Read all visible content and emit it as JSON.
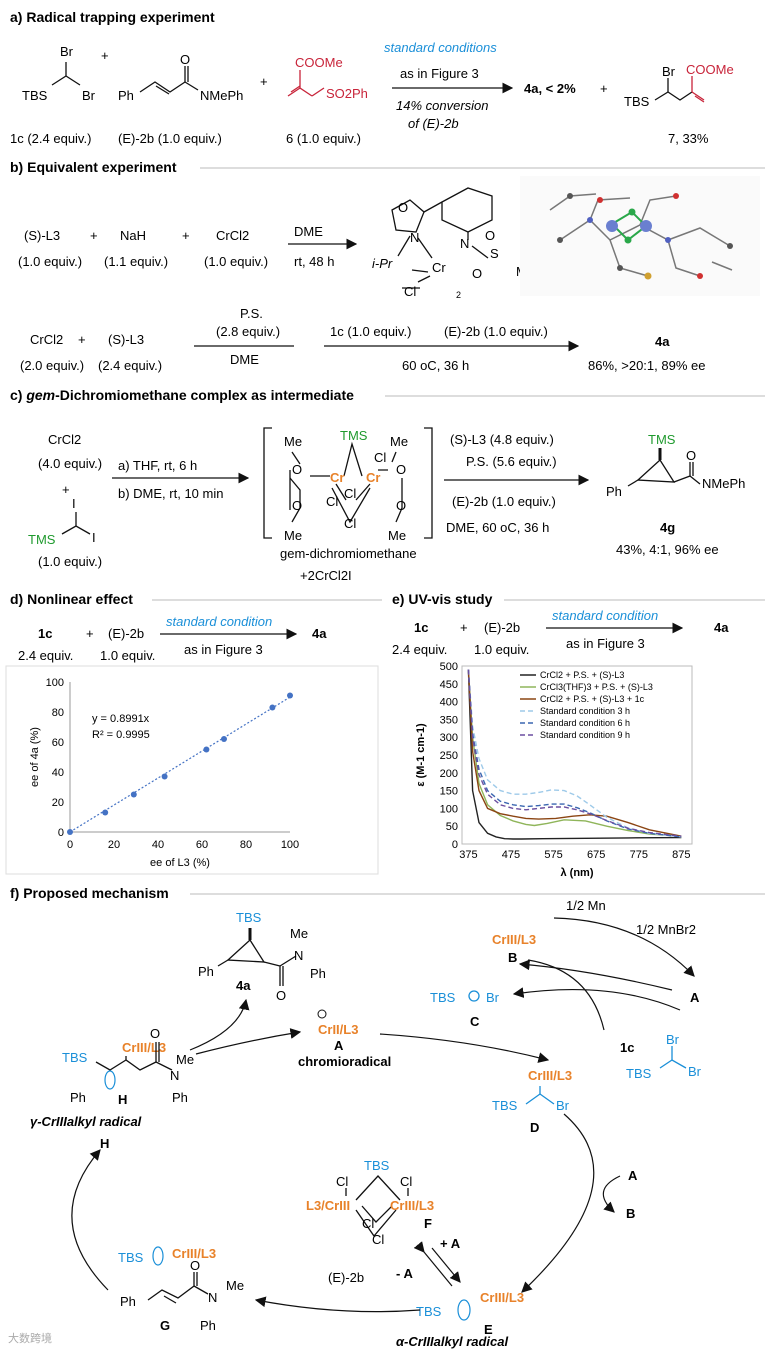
{
  "sections": {
    "a": "a) Radical trapping experiment",
    "b": "b) Equivalent experiment",
    "c_prefix": "c) ",
    "c_em": "gem",
    "c_rest": "-Dichromiomethane complex as intermediate",
    "d": "d) Nonlinear effect",
    "e": "e) UV-vis study",
    "f": "f) Proposed mechanism"
  },
  "a": {
    "r1_label": "1c (2.4 equiv.)",
    "r2_label": "(E)-2b (1.0 equiv.)",
    "r3_label": "6 (1.0 equiv.)",
    "cond_top": "standard conditions",
    "cond_mid": "as in Figure 3",
    "cond_b1": "14% conversion",
    "cond_b2": "of (E)-2b",
    "p1": "4a, < 2%",
    "p2_label": "7, 33%",
    "tbs": "TBS",
    "br": "Br",
    "ph": "Ph",
    "nmeph": "NMePh",
    "o": "O",
    "coome": "COOMe",
    "so2ph": "SO2Ph",
    "plus": "+"
  },
  "b": {
    "row1_r1": "(S)-L3",
    "row1_r1_eq": "(1.0 equiv.)",
    "row1_r2": "NaH",
    "row1_r2_eq": "(1.1 equiv.)",
    "row1_r3": "CrCl2",
    "row1_r3_eq": "(1.0 equiv.)",
    "row1_top": "DME",
    "row1_bot": "rt, 48 h",
    "cplx": {
      "ipr": "i-Pr",
      "n": "N",
      "o": "O",
      "cr": "Cr",
      "cl": "Cl",
      "s": "S",
      "me": "Me",
      "two": "2"
    },
    "row2_r1": "CrCl2",
    "row2_r1_eq": "(2.0 equiv.)",
    "row2_r2": "(S)-L3",
    "row2_r2_eq": "(2.4 equiv.)",
    "row2_ps": "P.S.",
    "row2_ps_eq": "(2.8 equiv.)",
    "row2_dme": "DME",
    "row2_c1": "1c (1.0 equiv.)",
    "row2_c2": "(E)-2b (1.0 equiv.)",
    "row2_cond": "60 oC, 36 h",
    "row2_p": "4a",
    "row2_py": "86%, >20:1, 89% ee"
  },
  "c": {
    "r1": "CrCl2",
    "r1_eq": "(4.0 equiv.)",
    "r2_eq": "(1.0 equiv.)",
    "step_a": "a) THF, rt, 6 h",
    "step_b": "b) DME, rt, 10 min",
    "tms": "TMS",
    "i": "I",
    "me": "Me",
    "o": "O",
    "cr": "Cr",
    "cl": "Cl",
    "cpx_label1": "gem-dichromiomethane",
    "cpx_label2": "+2CrCl2I",
    "cond1": "(S)-L3 (4.8 equiv.)",
    "cond2": "P.S. (5.6 equiv.)",
    "cond3": "(E)-2b (1.0 equiv.)",
    "cond4": "DME, 60 oC, 36 h",
    "p": "4g",
    "py": "43%, 4:1, 96% ee",
    "ph": "Ph",
    "nmeph": "NMePh"
  },
  "d": {
    "r1": "1c",
    "r1_eq": "2.4 equiv.",
    "r2": "(E)-2b",
    "r2_eq": "1.0 equiv.",
    "cond_top": "standard condition",
    "cond_bot": "as in Figure 3",
    "p": "4a"
  },
  "e": {
    "r1": "1c",
    "r1_eq": "2.4 equiv.",
    "r2": "(E)-2b",
    "r2_eq": "1.0 equiv.",
    "cond_top": "standard condition",
    "cond_bot": "as in Figure 3",
    "p": "4a"
  },
  "chart_data": [
    {
      "type": "scatter",
      "xlabel": "ee of L3 (%)",
      "ylabel": "ee of 4a (%)",
      "xlim": [
        0,
        100
      ],
      "ylim": [
        0,
        100
      ],
      "xticks": [
        0,
        20,
        40,
        60,
        80,
        100
      ],
      "yticks": [
        0,
        20,
        40,
        60,
        80,
        100
      ],
      "equation": "y = 0.8991x",
      "r2": "R² = 0.9995",
      "trendline": {
        "slope": 0.8991
      },
      "x": [
        0,
        16,
        29,
        43,
        62,
        70,
        92,
        100
      ],
      "y": [
        0,
        13,
        25,
        37,
        55,
        62,
        83,
        91
      ],
      "color": "#4472c4"
    },
    {
      "type": "line",
      "xlabel": "λ (nm)",
      "ylabel": "ε (M-1 cm-1)",
      "xlim": [
        360,
        900
      ],
      "ylim": [
        0,
        500
      ],
      "xticks": [
        375,
        475,
        575,
        675,
        775,
        875
      ],
      "yticks": [
        0,
        50,
        100,
        150,
        200,
        250,
        300,
        350,
        400,
        450,
        500
      ],
      "legend": "top-right",
      "series": [
        {
          "name": "CrCl2 + P.S. + (S)-L3",
          "color": "#222222",
          "dash": "",
          "x": [
            375,
            385,
            400,
            420,
            440,
            460,
            480,
            500,
            550,
            650,
            750,
            875
          ],
          "y": [
            490,
            150,
            60,
            30,
            20,
            15,
            14,
            14,
            15,
            16,
            17,
            18
          ]
        },
        {
          "name": "CrCl3(THF)3 + P.S. + (S)-L3",
          "color": "#8fb55a",
          "dash": "",
          "x": [
            375,
            385,
            400,
            420,
            450,
            480,
            510,
            530,
            560,
            600,
            650,
            700,
            750,
            800,
            875
          ],
          "y": [
            490,
            300,
            170,
            110,
            80,
            65,
            55,
            52,
            58,
            68,
            65,
            50,
            38,
            28,
            22
          ]
        },
        {
          "name": "CrCl2 + P.S. + (S)-L3 + 1c",
          "color": "#8b4513",
          "dash": "",
          "x": [
            375,
            385,
            400,
            420,
            450,
            480,
            510,
            540,
            580,
            620,
            660,
            700,
            750,
            800,
            875
          ],
          "y": [
            490,
            260,
            150,
            100,
            85,
            78,
            72,
            70,
            72,
            78,
            82,
            78,
            60,
            40,
            22
          ]
        },
        {
          "name": "Standard condition 3 h",
          "color": "#9ecae9",
          "dash": "5,3",
          "x": [
            375,
            385,
            400,
            420,
            450,
            480,
            510,
            540,
            570,
            600,
            630,
            660,
            700,
            750,
            800,
            875
          ],
          "y": [
            490,
            330,
            240,
            180,
            150,
            140,
            140,
            145,
            152,
            150,
            135,
            110,
            75,
            45,
            30,
            20
          ]
        },
        {
          "name": "Standard condition 6 h",
          "color": "#3a66b0",
          "dash": "5,3",
          "x": [
            375,
            385,
            400,
            420,
            450,
            480,
            510,
            540,
            570,
            600,
            630,
            660,
            700,
            750,
            800,
            875
          ],
          "y": [
            490,
            310,
            210,
            150,
            120,
            110,
            105,
            108,
            112,
            112,
            102,
            88,
            65,
            42,
            30,
            20
          ]
        },
        {
          "name": "Standard condition 9 h",
          "color": "#6b4fa0",
          "dash": "5,3",
          "x": [
            375,
            385,
            400,
            420,
            450,
            480,
            510,
            540,
            570,
            600,
            630,
            660,
            700,
            750,
            800,
            875
          ],
          "y": [
            490,
            300,
            195,
            140,
            110,
            100,
            96,
            100,
            104,
            104,
            96,
            85,
            66,
            44,
            32,
            22
          ]
        }
      ]
    }
  ],
  "f": {
    "chromioradical": "chromioradical",
    "gamma_label": "γ-CrIIIalkyl radical",
    "alpha_label": "α-CrIIIalkyl radical",
    "half_mn": "1/2 Mn",
    "half_mnbr2": "1/2 MnBr2",
    "plus_a": "+ A",
    "minus_a": "- A",
    "e2b": "(E)-2b",
    "letters": {
      "A": "A",
      "B": "B",
      "C": "C",
      "D": "D",
      "E": "E",
      "F": "F",
      "G": "G",
      "H": "H"
    },
    "crii_l3": "CrII/L3",
    "criii_l3": "CrIII/L3",
    "l3cr": "L3/CrIII",
    "p4a": "4a",
    "tbs": "TBS",
    "br": "Br",
    "me": "Me",
    "ph": "Ph",
    "n": "N",
    "o": "O",
    "cl": "Cl",
    "c1": "1c"
  },
  "watermark": "大数跨境",
  "colors": {
    "accent": "#1a8fd8",
    "chromium": "#e8822a",
    "tms": "#1f9a2e",
    "ester": "#c8243a"
  }
}
